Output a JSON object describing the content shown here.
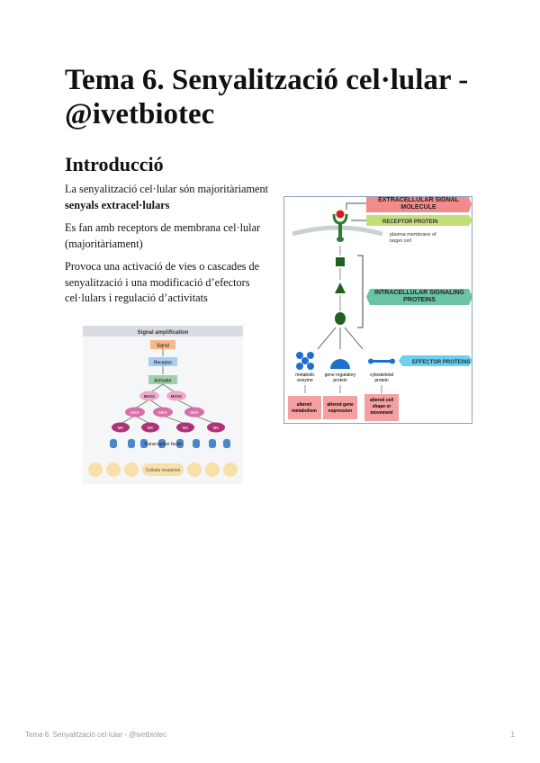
{
  "title": "Tema 6. Senyalització cel·lular - @ivetbiotec",
  "section": "Introducció",
  "paragraphs": {
    "p1_plain": "La senyalització cel·lular són majoritàriament ",
    "p1_bold": "senyals extracel·lulars",
    "p2": "Es fan amb receptors de membrana cel·lular (majoritàriament)",
    "p3": "Provoca una activació de vies o cascades de senyalització i una modificació d’efectors cel·lulars i regulació d’activitats"
  },
  "figure_amplification": {
    "header": "Signal amplification",
    "signal": "Signal",
    "receptor": "Receptor",
    "activator": "Activator",
    "mkkk": "MKKK",
    "mkk": "MKK",
    "mk": "MK",
    "tf": "Transcription factor",
    "response": "Cellular response"
  },
  "figure_pathway": {
    "signal_molecule": "EXTRACELLULAR SIGNAL MOLECULE",
    "receptor": "RECEPTOR PROTEIN",
    "membrane_1": "plasma membrane of",
    "membrane_2": "target cell",
    "intracellular": "INTRACELLULAR SIGNALING PROTEINS",
    "effector": "EFFECTOR PROTEINS",
    "eff1_1": "metabolic",
    "eff1_2": "enzyme",
    "eff2_1": "gene regulatory",
    "eff2_2": "protein",
    "eff3_1": "cytoskeletal",
    "eff3_2": "protein",
    "out1_1": "altered",
    "out1_2": "metabolism",
    "out2_1": "altered gene",
    "out2_2": "expression",
    "out3_1": "altered cell",
    "out3_2": "shape or",
    "out3_3": "movement"
  },
  "footer": {
    "text": "Tema 6. Senyalització cel·lular - @ivetbiotec",
    "page": "1"
  }
}
